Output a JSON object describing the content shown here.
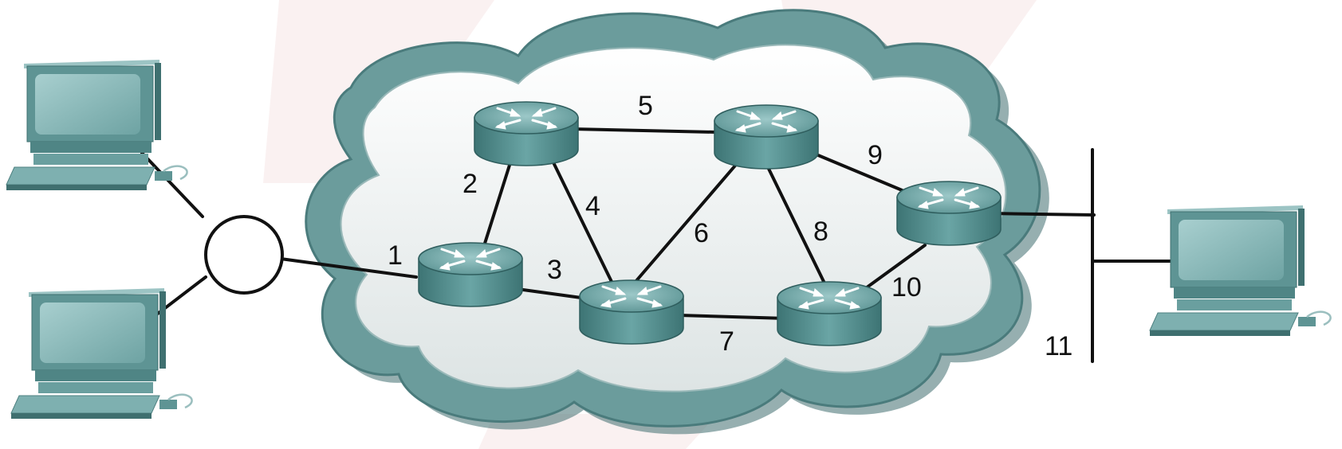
{
  "diagram": {
    "link_labels": [
      "1",
      "2",
      "3",
      "4",
      "5",
      "6",
      "7",
      "8",
      "9",
      "10",
      "11"
    ],
    "colors": {
      "background": "#ffffff",
      "cloud_fill": "#e9eeee",
      "cloud_rim": "#5f8e8e",
      "cloud_rim_dark": "#3f6e70",
      "router_body": "#5f9a9a",
      "router_top": "#7fb2b2",
      "computer_body": "#6fa3a3",
      "link": "#111111",
      "watermark": "#f4d9d9"
    },
    "icons": {
      "computers": "desktop-computer-icon",
      "routers": "router-icon",
      "hub": "hub-circle-icon",
      "network": "cloud-icon"
    }
  }
}
